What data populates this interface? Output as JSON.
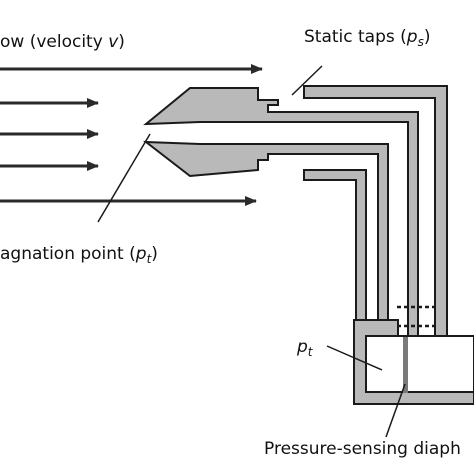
{
  "labels": {
    "flow": {
      "text": "ow (velocity ",
      "var": "v",
      "close": ")"
    },
    "static_taps": {
      "text": "Static taps (",
      "var": "p",
      "sub": "s",
      "close": ")"
    },
    "stagnation": {
      "text": "agnation point (",
      "var": "p",
      "sub": "t",
      "close": ")"
    },
    "chamber": {
      "var": "p",
      "sub": "t"
    },
    "diaphragm": {
      "text": "Pressure-sensing diaph"
    }
  },
  "colors": {
    "tube_fill": "#b9b9b9",
    "outline": "#1a1a1a",
    "arrow": "#2a2a2a",
    "text": "#111111"
  }
}
